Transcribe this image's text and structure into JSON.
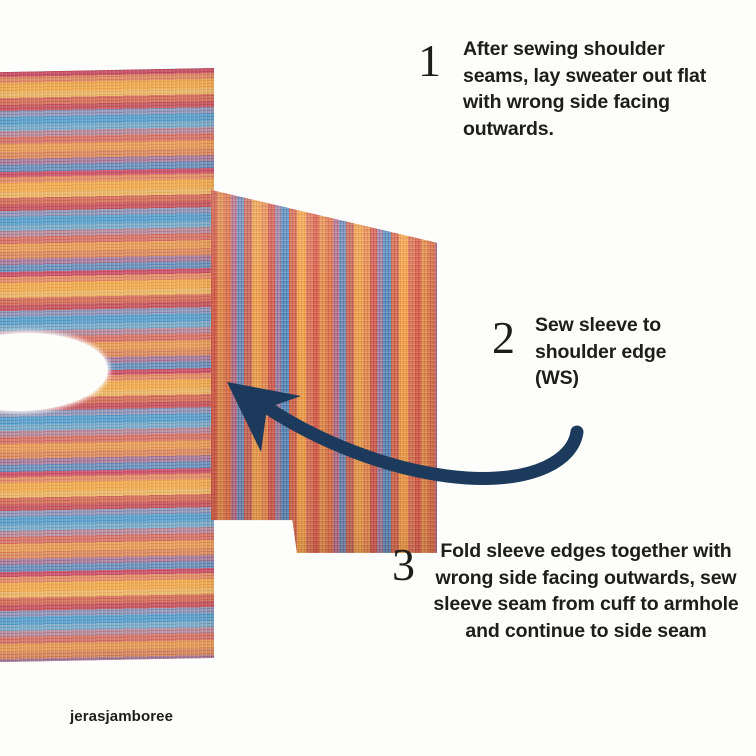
{
  "page": {
    "background_color": "#fdfdfc",
    "text_color": "#1d1d1b",
    "arrow_color": "#1b3a5c"
  },
  "steps": [
    {
      "number": "1",
      "text": "After sewing shoulder seams, lay sweater out flat with wrong side facing outwards."
    },
    {
      "number": "2",
      "text": "Sew sleeve to shoulder edge (WS)"
    },
    {
      "number": "3",
      "text": "Fold sleeve edges together with wrong side facing outwards, sew sleeve seam from cuff to armhole and continue to side seam"
    }
  ],
  "watermark": {
    "text": "jerasjamboree"
  },
  "photo": {
    "body_piece_label": "striped-sweater-body",
    "sleeve_piece_label": "striped-sweater-sleeve",
    "neck_opening_label": "neck-opening"
  },
  "arrow": {
    "label": "curved-arrow-pointing-to-shoulder-edge",
    "color": "#1b3a5c"
  }
}
